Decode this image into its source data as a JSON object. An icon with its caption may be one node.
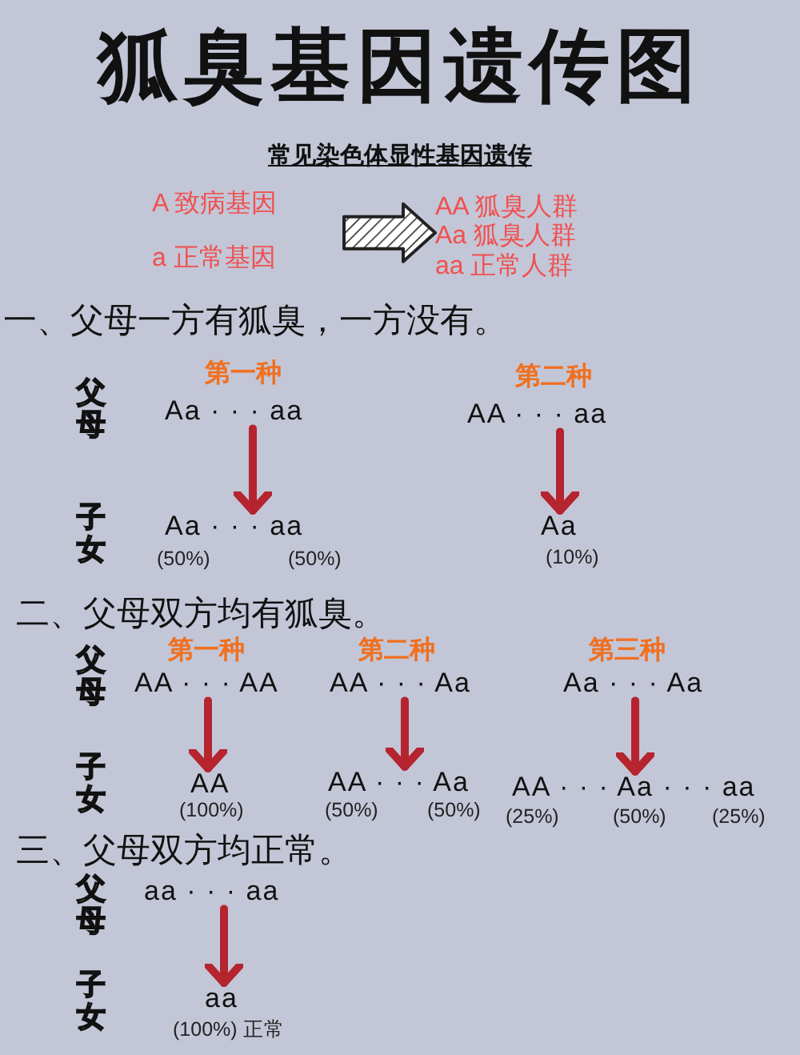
{
  "diagram": {
    "title": "狐臭基因遗传图",
    "nodes": [
      {
        "text": [
          "A 致病基因",
          "a 正常基因"
        ]
      },
      {
        "text": [
          "AA 狐臭人群",
          "Aa 狐臭人群",
          "aa 正常人群"
        ]
      },
      {
        "text": [
          "Aa · · · aa"
        ]
      },
      {
        "text": [
          "Aa · · · aa"
        ],
        "beside": [
          "(50%)",
          "(50%)"
        ]
      },
      {
        "text": [
          "AA · · · aa"
        ]
      },
      {
        "text": [
          "Aa"
        ],
        "beside": [
          "(10%)"
        ]
      },
      {
        "text": [
          "AA · · · AA"
        ]
      },
      {
        "text": [
          "AA"
        ],
        "beside": [
          "(100%)"
        ]
      },
      {
        "text": [
          "AA · · · Aa"
        ]
      },
      {
        "text": [
          "AA · · · Aa"
        ],
        "beside": [
          "(50%)",
          "(50%)"
        ]
      },
      {
        "text": [
          "Aa · · · Aa"
        ]
      },
      {
        "text": [
          "AA · · · Aa · · · aa"
        ],
        "beside": [
          "(25%)",
          "(50%)",
          "(25%)"
        ]
      },
      {
        "text": [
          "aa · · · aa"
        ]
      },
      {
        "text": [
          "aa"
        ],
        "beside": [
          "(100%) 正常"
        ]
      }
    ],
    "edges": [
      {
        "from": 0,
        "to": 1,
        "arrow": "to",
        "style": "thick",
        "color": "#222222"
      },
      {
        "from": 2,
        "to": 3,
        "arrow": "to"
      },
      {
        "from": 4,
        "to": 5,
        "arrow": "to"
      },
      {
        "from": 6,
        "to": 7,
        "arrow": "to"
      },
      {
        "from": 8,
        "to": 9,
        "arrow": "to"
      },
      {
        "from": 10,
        "to": 11,
        "arrow": "to"
      },
      {
        "from": 12,
        "to": 13,
        "arrow": "to"
      }
    ],
    "labels": [
      "常见染色体显性基因遗传",
      "一、父母一方有狐臭，一方没有。",
      "第一种",
      "第二种",
      "父母",
      "子女",
      "二、父母双方均有狐臭。",
      "第一种",
      "第二种",
      "第三种",
      "父母",
      "子女",
      "三、父母双方均正常。",
      "父母",
      "子女"
    ]
  }
}
